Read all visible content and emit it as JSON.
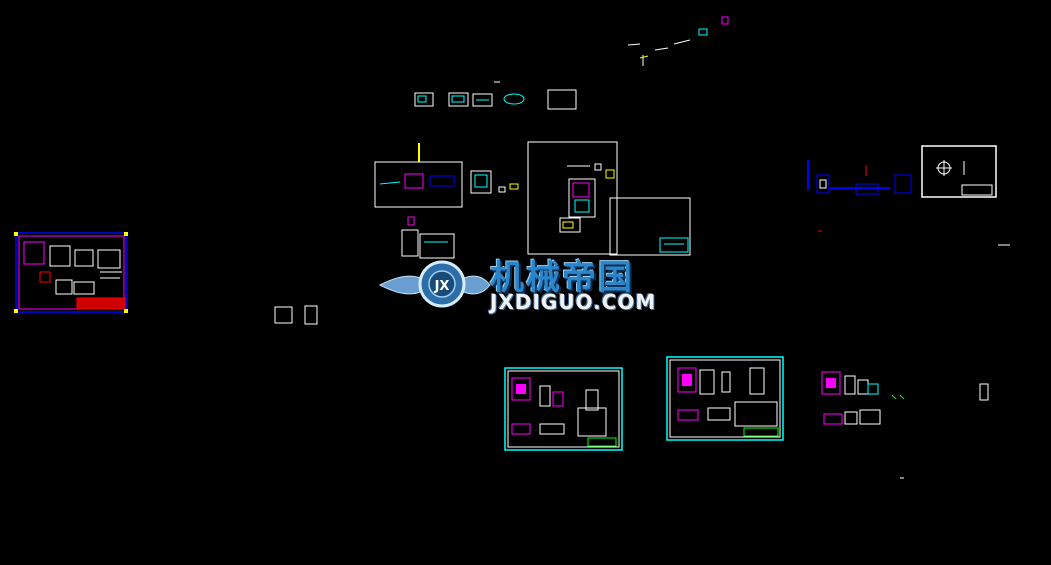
{
  "drawing": {
    "background": "#000000",
    "line_colors": [
      "#ffffff",
      "#00ffff",
      "#ff00ff",
      "#0000ff",
      "#ff0000",
      "#ffff00",
      "#00ff00"
    ]
  },
  "watermark": {
    "brand_cn": "机械帝国",
    "brand_url": "JXDIGUO.COM",
    "emblem_letters": "JX",
    "emblem_icon": "winged-gear-icon"
  }
}
